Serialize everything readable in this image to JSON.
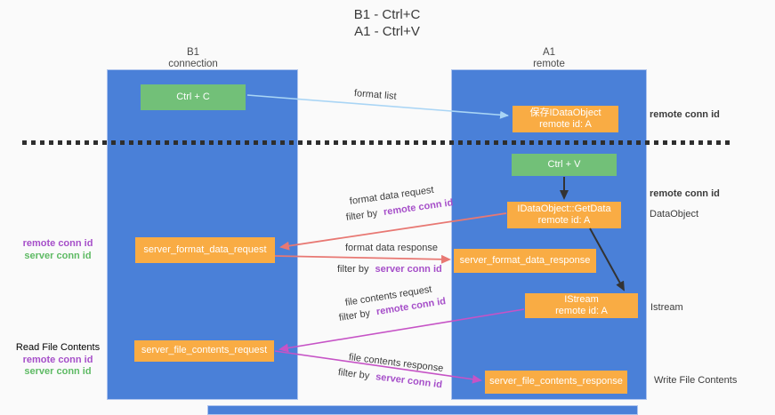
{
  "title": {
    "line1": "B1 - Ctrl+C",
    "line2": "A1 - Ctrl+V"
  },
  "lanes": {
    "left": {
      "title": "B1",
      "subtitle": "connection"
    },
    "right": {
      "title": "A1",
      "subtitle": "remote"
    }
  },
  "nodes": {
    "ctrl_c": {
      "label": "Ctrl + C"
    },
    "save_dataobject": {
      "line1": "保存IDataObject",
      "line2": "remote id: A"
    },
    "ctrl_v": {
      "label": "Ctrl + V"
    },
    "getdata": {
      "line1": "IDataObject::GetData",
      "line2": "remote id: A"
    },
    "server_format_data_request": {
      "label": "server_format_data_request"
    },
    "server_format_data_response": {
      "label": "server_format_data_response"
    },
    "istream": {
      "line1": "IStream",
      "line2": "remote id: A"
    },
    "server_file_contents_request": {
      "label": "server_file_contents_request"
    },
    "server_file_contents_response": {
      "label": "server_file_contents_response"
    }
  },
  "edge_labels": {
    "format_list": "format list",
    "format_data_request": "format data request",
    "format_data_response": "format data response",
    "file_contents_request": "file contents request",
    "file_contents_response": "file contents response",
    "filter_by": "filter by",
    "remote_conn_id": "remote conn id",
    "server_conn_id": "server conn id"
  },
  "side_labels": {
    "right_remote_conn_id_top": "remote conn id",
    "right_remote_conn_id_mid": "remote conn id",
    "right_dataobject": "DataObject",
    "right_istream": "Istream",
    "right_write_file_contents": "Write File Contents",
    "left_remote_conn_id_top": "remote conn id",
    "left_server_conn_id_top": "server conn id",
    "left_read_file_contents": "Read File Contents",
    "left_remote_conn_id_bottom": "remote conn id",
    "left_server_conn_id_bottom": "server conn id"
  },
  "colors": {
    "lane_fill": "#4a80d8",
    "node_orange": "#f9ac44",
    "node_green": "#72c078",
    "purple": "#a64fc9",
    "green_text": "#5eba64",
    "salmon": "#e87873",
    "magenta": "#c653c6",
    "lightblue": "#a9d5f5",
    "arrow_black": "#333333"
  }
}
